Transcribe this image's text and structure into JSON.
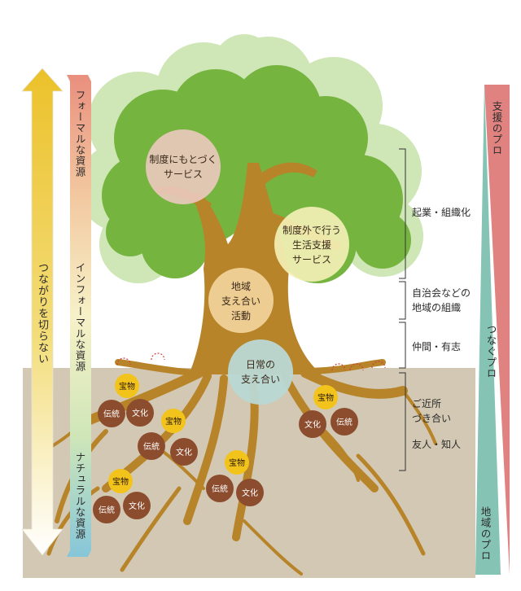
{
  "left_arrows": {
    "connection": "つながりを切らない",
    "resources": {
      "formal": "フォーマルな資源",
      "informal": "インフォーマルな資源",
      "natural": "ナチュラルな資源"
    }
  },
  "tree_circles": {
    "institutional": [
      "制度にもとづく",
      "サービス"
    ],
    "non_institutional": [
      "制度外で行う",
      "生活支援",
      "サービス"
    ],
    "community": [
      "地域",
      "支え合い",
      "活動"
    ],
    "daily": [
      "日常の",
      "支え合い"
    ]
  },
  "root_badges": {
    "treasure": "宝物",
    "tradition": "伝統",
    "culture": "文化"
  },
  "bracket_labels": {
    "business": "起業・組織化",
    "neighborhood_org": [
      "自治会などの",
      "地域の組織"
    ],
    "peers": "仲間・有志",
    "neighbors": [
      "ご近所",
      "づき合い"
    ],
    "friends": "友人・知人"
  },
  "right_bar": {
    "support_pro": "支援のプロ",
    "connecting_pro": "つなぐプロ",
    "local_pro": "地域のプロ"
  },
  "colors": {
    "ground": "#cfc4ae",
    "foliage_dark": "#76b440",
    "foliage_light": "#cfe6b6",
    "trunk": "#b7842a",
    "badge_gold": "#f2c31b",
    "badge_brown": "#8c4d2e"
  }
}
